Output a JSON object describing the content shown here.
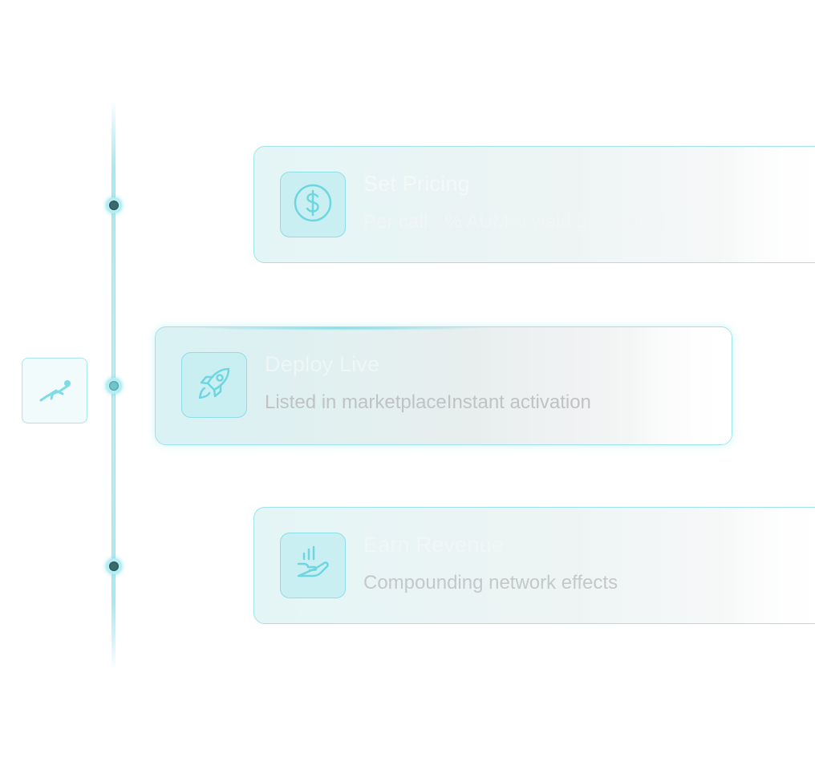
{
  "colors": {
    "accent": "#9fe3ea",
    "icon_stroke": "#6fd6e0",
    "node_dark": "#3a6a6d"
  },
  "indicator": {
    "icon": "flying-figure-icon"
  },
  "steps": [
    {
      "title": "Set Pricing",
      "subtitle": "Per call · % AUM% yield generated",
      "icon": "dollar-icon"
    },
    {
      "title": "Deploy Live",
      "subtitle": "Listed in marketplaceInstant activation",
      "icon": "rocket-icon"
    },
    {
      "title": "Earn Revenue",
      "subtitle": "Compounding network effects",
      "icon": "hand-coins-icon"
    }
  ]
}
